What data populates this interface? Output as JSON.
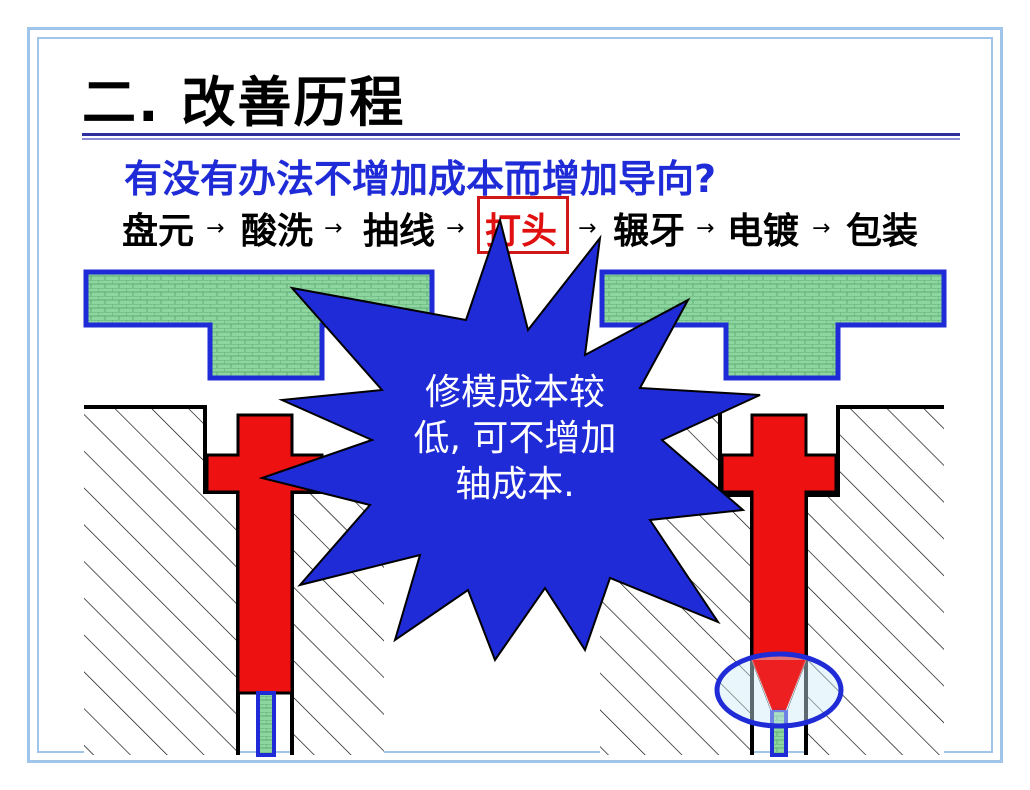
{
  "title": "二. 改善历程",
  "question": "有没有办法不增加成本而增加导向?",
  "process": {
    "steps": [
      "盘元",
      "酸洗",
      "抽线",
      "打头",
      "辗牙",
      "电镀",
      "包装"
    ],
    "arrow": "→",
    "highlighted_step": "打头",
    "highlight_color": "#e01010"
  },
  "callout": {
    "lines": [
      "修模成本较",
      "低, 可不增加",
      "轴成本."
    ],
    "fill_color": "#1f2bd6"
  },
  "colors": {
    "die_fill": "#8ed6a0",
    "die_border": "#1f2bd6",
    "pin_fill": "#ee1111",
    "border": "#9fc6ea"
  }
}
